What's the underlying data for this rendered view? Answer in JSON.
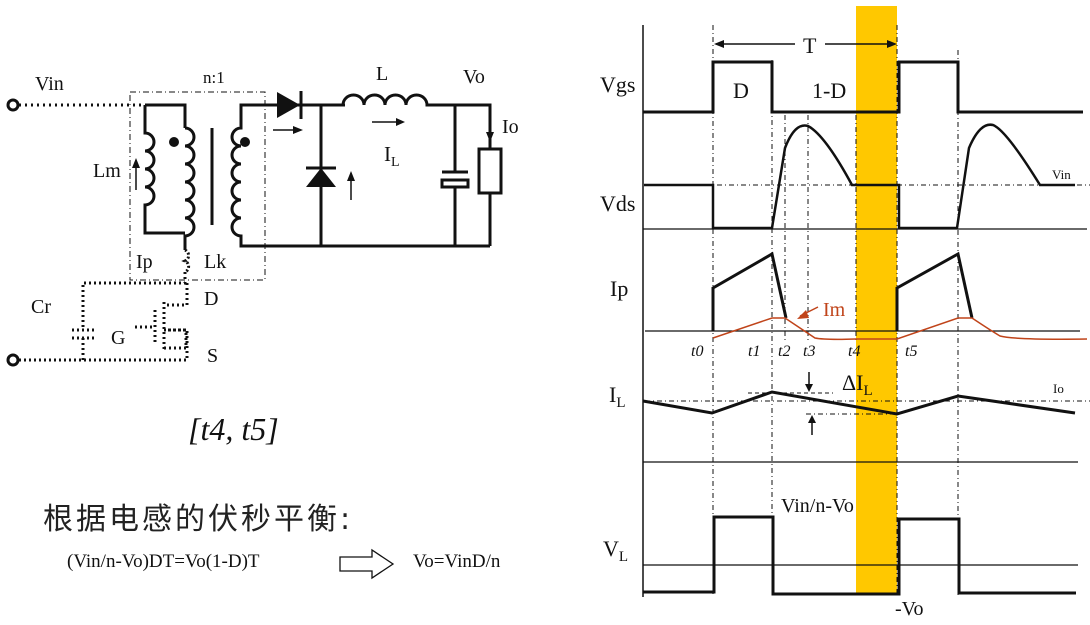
{
  "circuit": {
    "labels": {
      "vin": "Vin",
      "ratio": "n:1",
      "lm": "Lm",
      "ip": "Ip",
      "lk": "Lk",
      "cr": "Cr",
      "g": "G",
      "d": "D",
      "s": "S",
      "l": "L",
      "vo": "Vo",
      "io": "Io",
      "il_main": "I",
      "il_sub": "L"
    },
    "interval": "[t4, t5]"
  },
  "text": {
    "balance_heading": "根据电感的伏秒平衡:",
    "equation_left": "(Vin/n-Vo)DT=Vo(1-D)T",
    "equation_right": "Vo=VinD/n"
  },
  "waveforms": {
    "highlight_color": "#FFC800",
    "im_color": "#C0441A",
    "period_label": "T",
    "duty_label": "D",
    "off_label": "1-D",
    "rows": [
      {
        "name": "vgs",
        "label": "Vgs",
        "sub": ""
      },
      {
        "name": "vds",
        "label": "Vds",
        "sub": ""
      },
      {
        "name": "ip",
        "label": "Ip",
        "sub": ""
      },
      {
        "name": "il",
        "label": "I",
        "sub": "L"
      },
      {
        "name": "vl",
        "label": "V",
        "sub": "L"
      }
    ],
    "vds_ref": "Vin",
    "im_label": "Im",
    "time_labels": [
      "t0",
      "t1",
      "t2",
      "t3",
      "t4",
      "t5"
    ],
    "delta_il_main": "ΔI",
    "delta_il_sub": "L",
    "io_ref": "Io",
    "vl_high": "Vin/n-Vo",
    "vl_low": "-Vo"
  }
}
